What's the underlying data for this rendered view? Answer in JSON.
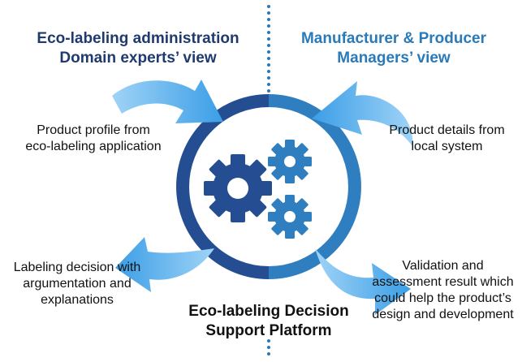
{
  "left_view": {
    "line1": "Eco-labeling administration",
    "line2": "Domain experts’ view"
  },
  "right_view": {
    "line1": "Manufacturer & Producer",
    "line2": "Managers’ view"
  },
  "inputs": {
    "left": {
      "line1": "Product profile from",
      "line2": "eco-labeling application"
    },
    "right": {
      "line1": "Product details from",
      "line2": "local system"
    }
  },
  "outputs": {
    "left": {
      "line1": "Labeling decision with",
      "line2": "argumentation and",
      "line3": "explanations"
    },
    "right": {
      "line1": "Validation and",
      "line2": "assessment result which",
      "line3": "could help the product’s",
      "line4": "design and development"
    }
  },
  "platform": {
    "line1": "Eco-labeling Decision",
    "line2": "Support Platform"
  },
  "colors": {
    "dark_blue": "#1f3a6e",
    "mid_blue": "#2a7ab8",
    "ring_dark": "#244e91",
    "ring_light": "#2f7fc0",
    "arrow_light": "#3b9ee6"
  }
}
